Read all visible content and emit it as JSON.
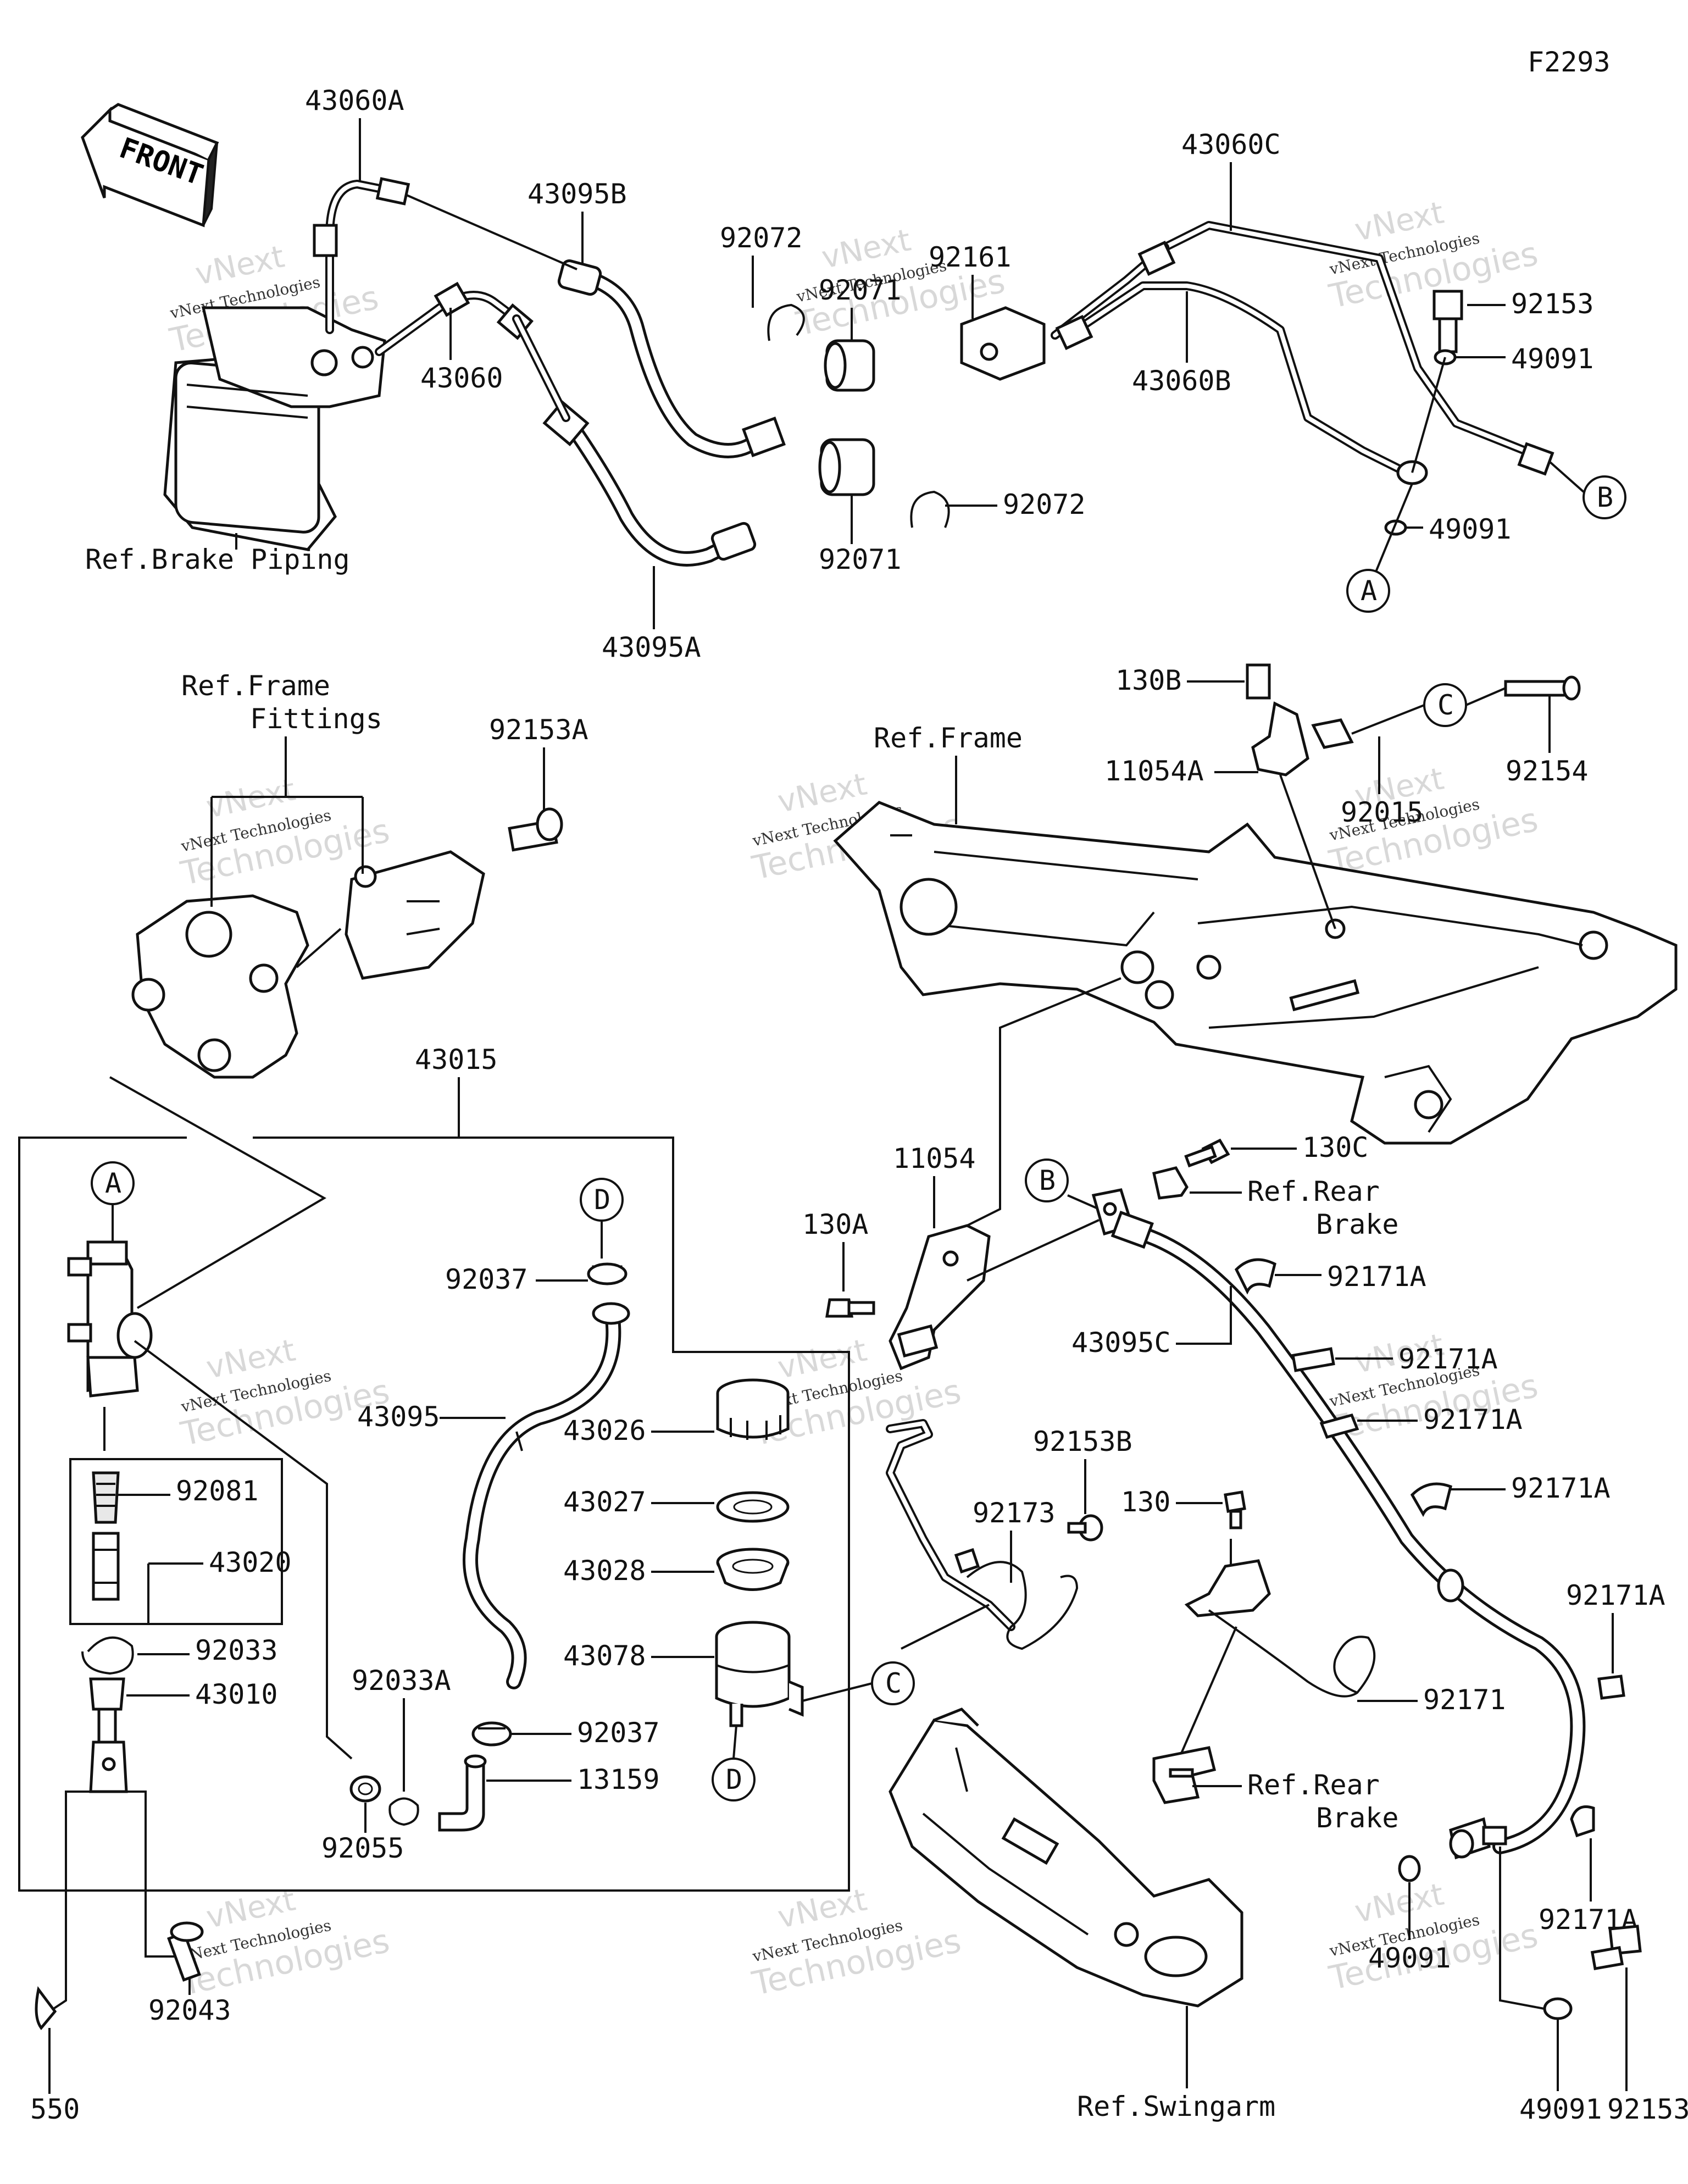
{
  "diagram_code": "F2293",
  "front_label": "FRONT",
  "watermark": {
    "line1": "vNext",
    "line2": "vNext Technologies",
    "line3": "Technologies"
  },
  "callouts": {
    "A": "A",
    "B": "B",
    "C": "C",
    "D": "D"
  },
  "labels": {
    "l43060A": "43060A",
    "l43095B": "43095B",
    "l92072_top": "92072",
    "l92071_top": "92071",
    "l92161": "92161",
    "l43060C": "43060C",
    "l92153_top": "92153",
    "l49091_top": "49091",
    "l43060": "43060",
    "l43060B": "43060B",
    "l92072_bot": "92072",
    "l92071_bot": "92071",
    "l49091_mid": "49091",
    "l43095A": "43095A",
    "ref_brake_piping": "Ref.Brake Piping",
    "ref_frame_fittings_1": "Ref.Frame",
    "ref_frame_fittings_2": "Fittings",
    "l92153A": "92153A",
    "l130B": "130B",
    "l11054A": "11054A",
    "l92015": "92015",
    "l92154": "92154",
    "ref_frame": "Ref.Frame",
    "l43015": "43015",
    "l11054": "11054",
    "l130C": "130C",
    "ref_rear_brake_1a": "Ref.Rear",
    "ref_rear_brake_1b": "Brake",
    "l130A": "130A",
    "l92171A_1": "92171A",
    "l43095C": "43095C",
    "l92171A_2": "92171A",
    "l92171A_3": "92171A",
    "l92171A_4": "92171A",
    "l92037_top": "92037",
    "l43095": "43095",
    "l43026": "43026",
    "l43027": "43027",
    "l43028": "43028",
    "l43078": "43078",
    "l92173": "92173",
    "l92153B": "92153B",
    "l130": "130",
    "l92081": "92081",
    "l43020": "43020",
    "l92033": "92033",
    "l43010": "43010",
    "l92033A": "92033A",
    "l92037_bot": "92037",
    "l13159": "13159",
    "l92055": "92055",
    "l92171": "92171",
    "l92171A_5": "92171A",
    "ref_rear_brake_2a": "Ref.Rear",
    "ref_rear_brake_2b": "Brake",
    "l92171A_6": "92171A",
    "l49091_bot": "49091",
    "l49091_bot2": "49091",
    "l92153_bot": "92153",
    "l92043": "92043",
    "l550": "550",
    "ref_swingarm": "Ref.Swingarm"
  }
}
